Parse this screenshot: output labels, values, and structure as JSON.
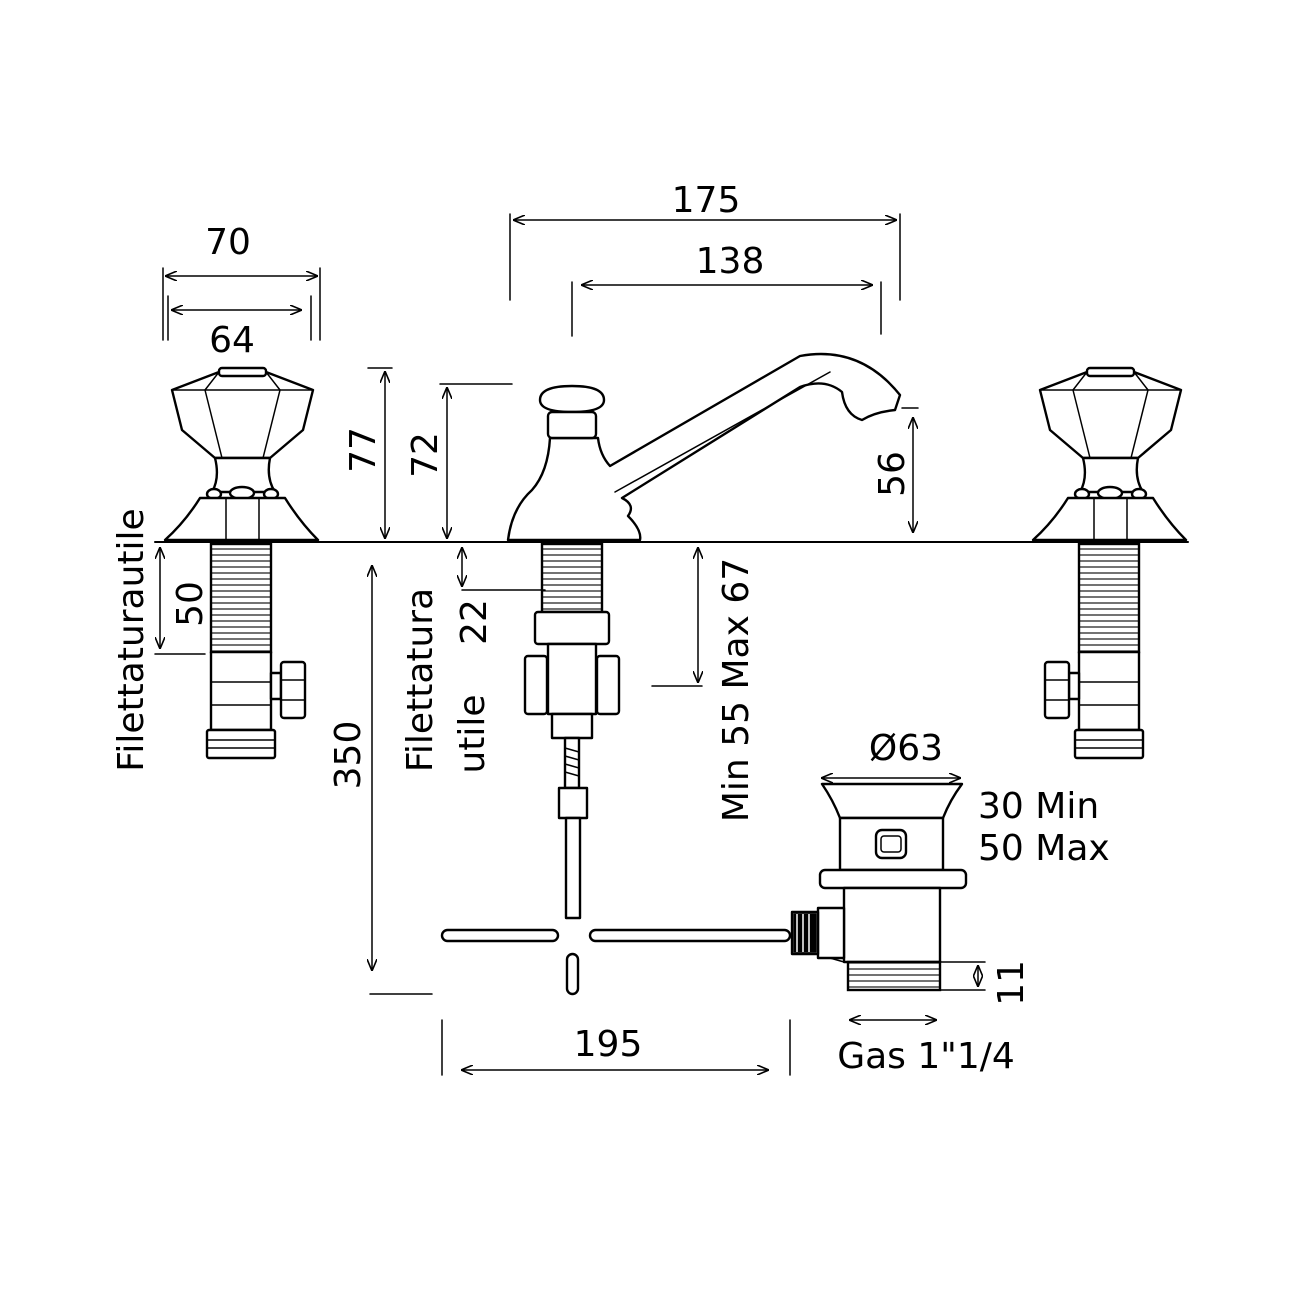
{
  "dimensions": {
    "handle_outer_width": "70",
    "handle_inner_width": "64",
    "handle_height": "77",
    "spout_total_reach": "175",
    "spout_reach": "138",
    "spout_height_body": "72",
    "spout_outlet_height": "56",
    "thread_handle": "50",
    "thread_spout": "22",
    "deck_thickness": "Min 55 Max 67",
    "rod_length": "350",
    "rod_horizontal": "195",
    "waste_diameter": "Ø63",
    "waste_thread": "11",
    "waste_min": "30 Min",
    "waste_max": "50 Max",
    "waste_gas": "Gas 1\"1/4"
  },
  "labels": {
    "filettatura_utile_left": "Filettaturautile",
    "filettatura_center_line1": "Filettatura",
    "filettatura_center_line2": "utile"
  }
}
